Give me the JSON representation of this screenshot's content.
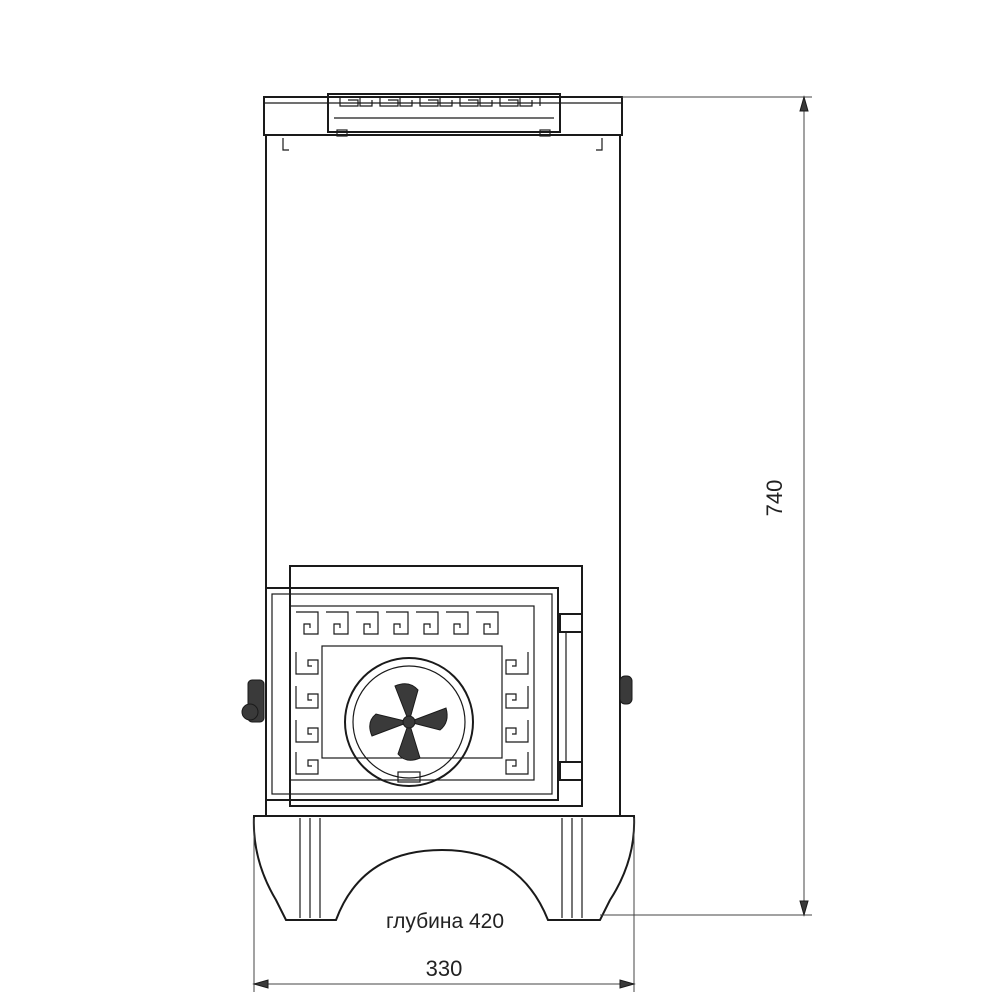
{
  "dimensions": {
    "height_label": "740",
    "width_label": "330",
    "depth_label": "глубина 420"
  },
  "colors": {
    "line": "#1a1a1a",
    "dimension_line": "#444444",
    "background": "#ffffff"
  }
}
